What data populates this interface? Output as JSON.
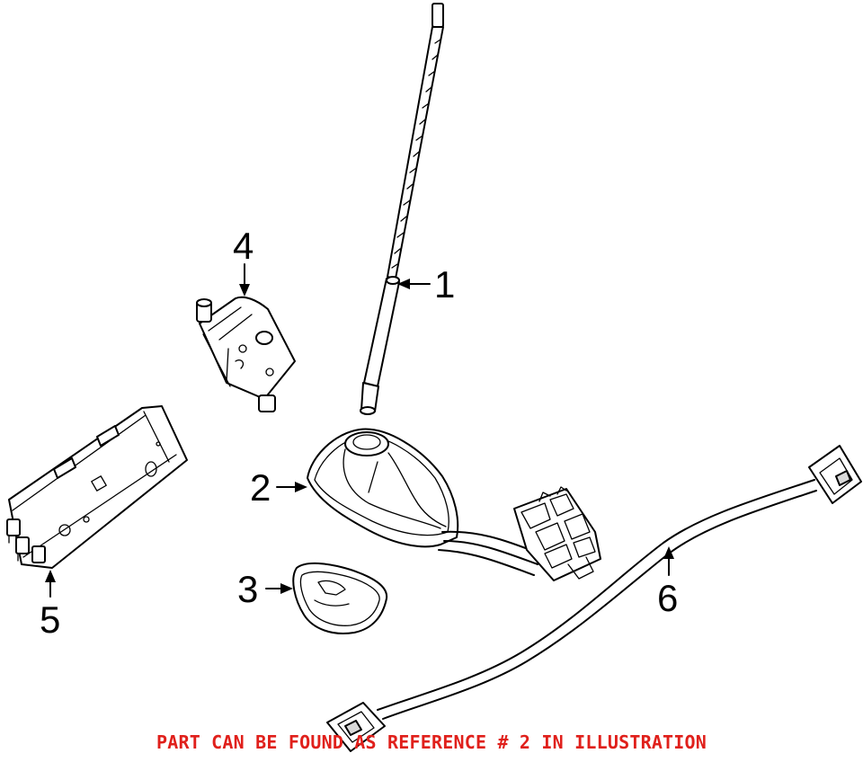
{
  "callouts": {
    "c1": "1",
    "c2": "2",
    "c3": "3",
    "c4": "4",
    "c5": "5",
    "c6": "6"
  },
  "note": "PART CAN BE FOUND AS REFERENCE # 2 IN ILLUSTRATION",
  "colors": {
    "note_text": "#e0201b",
    "line_art": "#000000",
    "background": "#ffffff"
  }
}
